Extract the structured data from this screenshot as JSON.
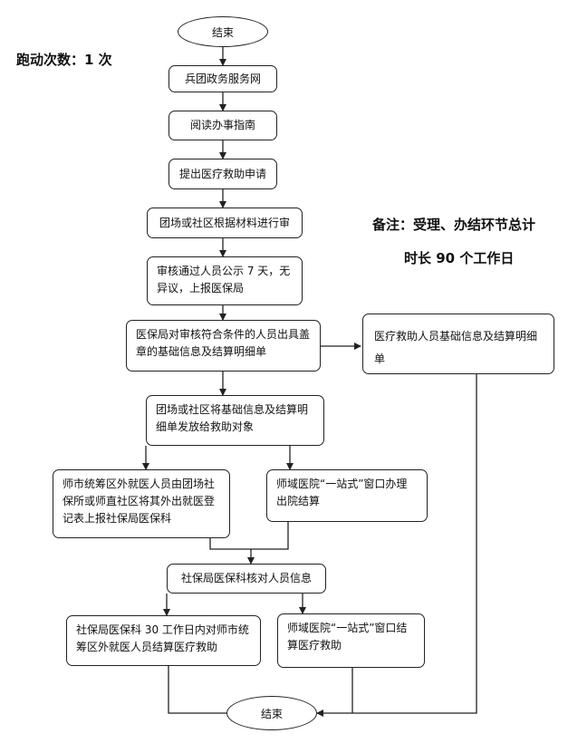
{
  "run_count": "跑动次数：1 次",
  "remarks": {
    "line1": "备注：受理、办结环节总计",
    "line2": "时长 90 个工作日"
  },
  "nodes": {
    "top_terminal": "结束",
    "step_website": "兵团政务服务网",
    "step_read_guide": "阅读办事指南",
    "step_apply": "提出医疗救助申请",
    "step_review": "团场或社区根据材料进行审",
    "step_publicize": "审核通过人员公示 7 天，无异议，上报医保局",
    "step_bureau_stamp": "医保局对审核符合条件的人员出具盖章的基础信息及结算明细单",
    "step_bureau_side": "医疗救助人员基础信息及结算明细单",
    "step_distribute": "团场或社区将基础信息及结算明细单发放给救助对象",
    "step_offsite_report": "师市统筹区外就医人员由团场社保所或师直社区将其外出就医登记表上报社保局医保科",
    "step_hospital_discharge": "师域医院“一站式”窗口办理出院结算",
    "step_verify": "社保局医保科核对人员信息",
    "step_settle_offsite": "社保局医保科 30 工作日内对师市统筹区外就医人员结算医疗救助",
    "step_settle_hospital": "师域医院“一站式”窗口结算医疗救助",
    "bottom_terminal": "结束"
  }
}
